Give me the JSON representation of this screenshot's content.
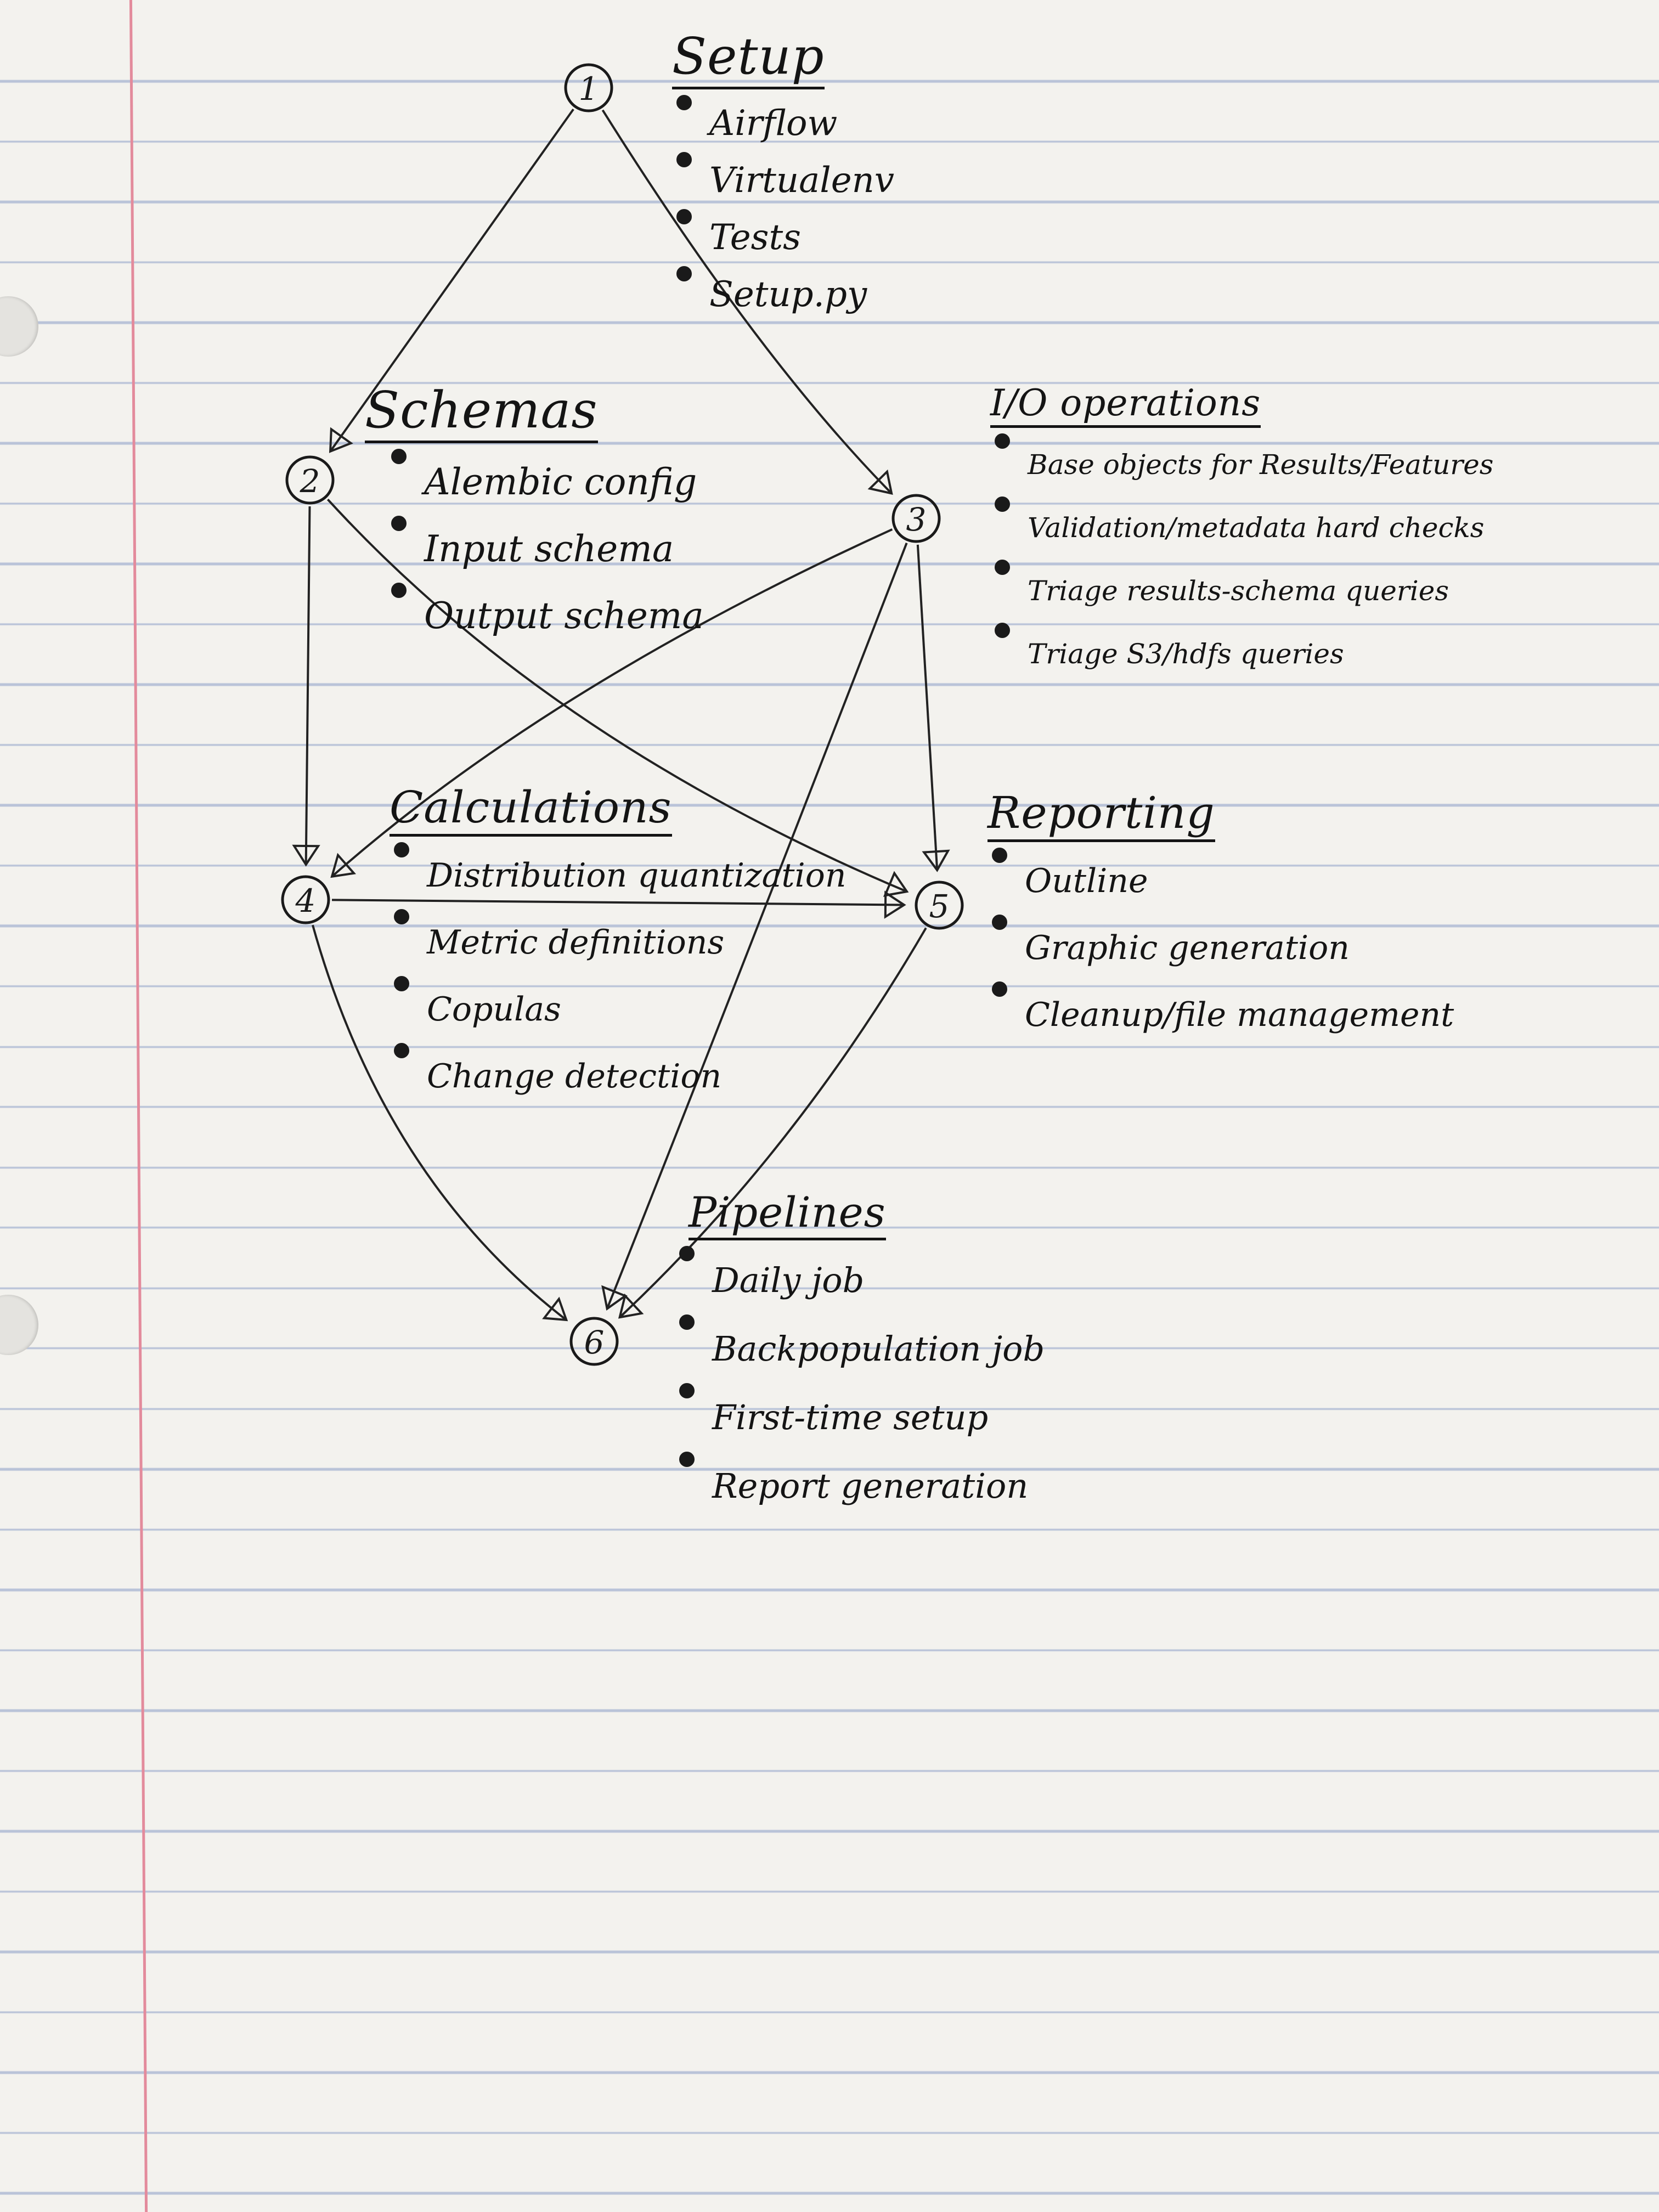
{
  "nodes": [
    {
      "id": "1",
      "label": "1"
    },
    {
      "id": "2",
      "label": "2"
    },
    {
      "id": "3",
      "label": "3"
    },
    {
      "id": "4",
      "label": "4"
    },
    {
      "id": "5",
      "label": "5"
    },
    {
      "id": "6",
      "label": "6"
    }
  ],
  "edges": [
    {
      "from": "1",
      "to": "2"
    },
    {
      "from": "1",
      "to": "3"
    },
    {
      "from": "2",
      "to": "4"
    },
    {
      "from": "2",
      "to": "5"
    },
    {
      "from": "3",
      "to": "4"
    },
    {
      "from": "3",
      "to": "5"
    },
    {
      "from": "3",
      "to": "6"
    },
    {
      "from": "4",
      "to": "5"
    },
    {
      "from": "4",
      "to": "6"
    },
    {
      "from": "5",
      "to": "6"
    }
  ],
  "sections": {
    "setup": {
      "title": "Setup",
      "items": [
        "Airflow",
        "Virtualenv",
        "Tests",
        "Setup.py"
      ]
    },
    "schemas": {
      "title": "Schemas",
      "items": [
        "Alembic config",
        "Input schema",
        "Output schema"
      ]
    },
    "io": {
      "title": "I/O operations",
      "items": [
        "Base objects for Results/Features",
        "Validation/metadata hard checks",
        "Triage results-schema queries",
        "Triage S3/hdfs queries"
      ]
    },
    "calculations": {
      "title": "Calculations",
      "items": [
        "Distribution quantization",
        "Metric definitions",
        "Copulas",
        "Change detection"
      ]
    },
    "reporting": {
      "title": "Reporting",
      "items": [
        "Outline",
        "Graphic generation",
        "Cleanup/file management"
      ]
    },
    "pipelines": {
      "title": "Pipelines",
      "items": [
        "Daily job",
        "Backpopulation job",
        "First-time setup",
        "Report generation"
      ]
    }
  }
}
